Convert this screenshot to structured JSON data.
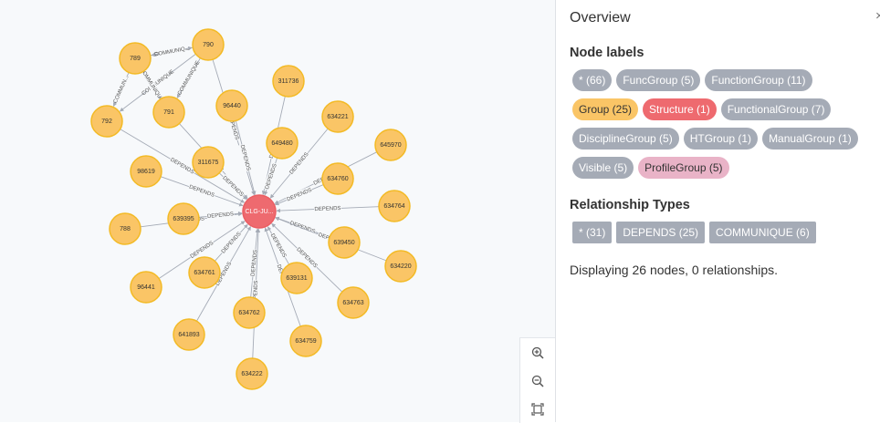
{
  "overview": {
    "title": "Overview",
    "close_glyph": "×",
    "node_labels_title": "Node labels",
    "node_labels": [
      {
        "label": "* (66)",
        "color": "#a5abb6"
      },
      {
        "label": "FuncGroup (5)",
        "color": "#a5abb6"
      },
      {
        "label": "FunctionGroup (11)",
        "color": "#a5abb6"
      },
      {
        "label": "Group (25)",
        "color": "#fac566"
      },
      {
        "label": "Structure (1)",
        "color": "#ee6a6f"
      },
      {
        "label": "FunctionalGroup (7)",
        "color": "#a5abb6"
      },
      {
        "label": "DisciplineGroup (5)",
        "color": "#a5abb6"
      },
      {
        "label": "HTGroup (1)",
        "color": "#a5abb6"
      },
      {
        "label": "ManualGroup (1)",
        "color": "#a5abb6"
      },
      {
        "label": "Visible (5)",
        "color": "#a5abb6"
      },
      {
        "label": "ProfileGroup (5)",
        "color": "#e9b3c7"
      }
    ],
    "relationship_types_title": "Relationship Types",
    "relationship_types": [
      {
        "label": "* (31)"
      },
      {
        "label": "DEPENDS (25)"
      },
      {
        "label": "COMMUNIQUE (6)"
      }
    ],
    "status": "Displaying 26 nodes, 0 relationships."
  },
  "graph": {
    "center_node": {
      "label": "CLG-JU..."
    },
    "nodes": [
      "790",
      "789",
      "792",
      "791",
      "96440",
      "311736",
      "634221",
      "649480",
      "645970",
      "311675",
      "98619",
      "634760",
      "634764",
      "788",
      "639395",
      "639450",
      "634220",
      "96441",
      "634761",
      "639131",
      "634763",
      "634762",
      "641893",
      "634759",
      "634222"
    ],
    "depends_label": "DEPENDS",
    "communique_label": "COMMUNIQ...",
    "communique_label_short": "COMMUN...",
    "communique_label_alt": "COMMUNIQUE",
    "colors": {
      "group": "#fac566",
      "group_border": "#f3ba25",
      "structure": "#ee6a6f",
      "structure_border": "#eb5d62"
    }
  },
  "controls": {
    "zoom_in": "zoom-in-icon",
    "zoom_out": "zoom-out-icon",
    "fit": "fit-screen-icon"
  }
}
